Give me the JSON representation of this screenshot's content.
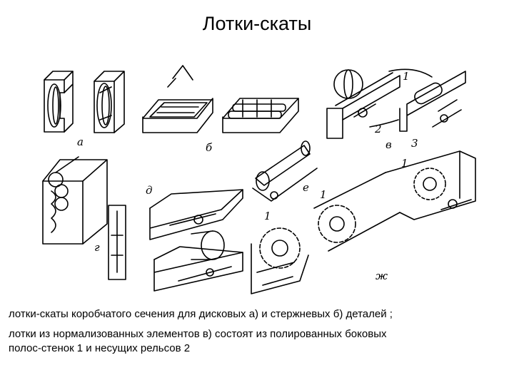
{
  "slide": {
    "title": "Лотки-скаты"
  },
  "figure": {
    "labels": {
      "a": "а",
      "b": "б",
      "v": "в",
      "g": "г",
      "d": "д",
      "e": "е",
      "zh": "ж",
      "n1": "1",
      "n2": "2",
      "n3": "3",
      "n1b": "1",
      "n1c": "1",
      "n1d": "1"
    }
  },
  "captions": {
    "line1": "лотки-скаты коробчатого сечения для дисковых а) и стержневых б) деталей ;",
    "line2a": "лотки из нормализованных элементов в) состоят из полированных боковых",
    "line2b": "полос-стенок 1 и несущих рельсов 2"
  }
}
